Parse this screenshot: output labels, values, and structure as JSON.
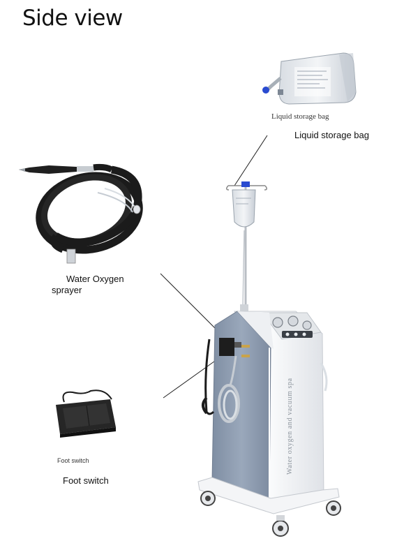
{
  "page": {
    "title": "Side view"
  },
  "labels": {
    "bag_caption": "Liquid storage bag",
    "bag_label": "Liquid storage bag",
    "sprayer_line1": "Water Oxygen",
    "sprayer_line2": "sprayer",
    "foot_caption": "Foot switch",
    "foot_label": "Foot switch",
    "machine_text": "Water oxygen and vacuum spa"
  },
  "colors": {
    "panel_gray": "#8d9cb0",
    "body_white": "#f2f3f5",
    "hose_black": "#1b1b1b",
    "bag_cap_blue": "#2a4bd0",
    "pedal_black": "#262626"
  },
  "icons": {
    "bag": "iv-bag-icon",
    "sprayer": "sprayer-hose-icon",
    "pedal": "foot-pedal-icon",
    "machine": "spa-machine-icon"
  }
}
